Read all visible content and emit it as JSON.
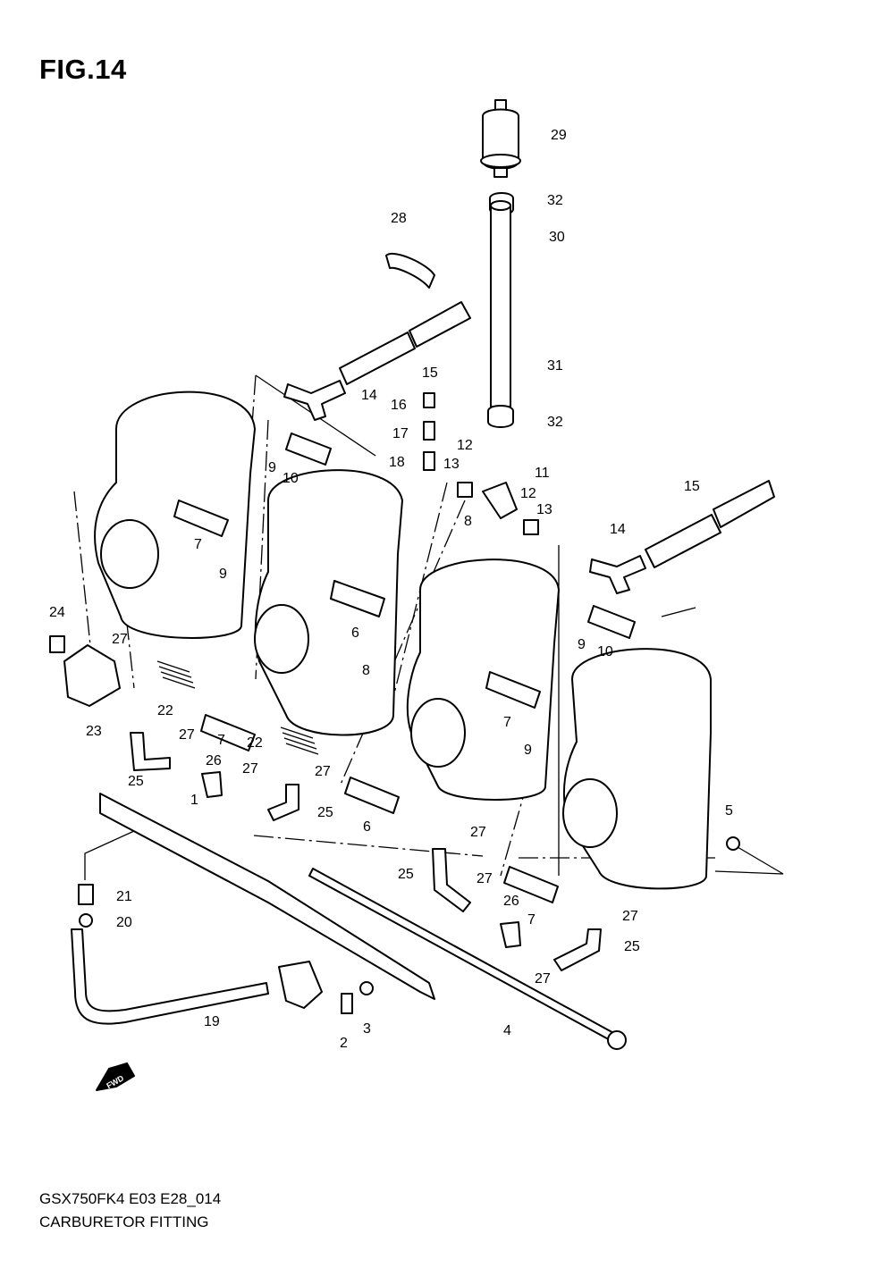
{
  "figure": {
    "title": "FIG.14"
  },
  "footer": {
    "model_code": "GSX750FK4 E03 E28_014",
    "caption": "CARBURETOR FITTING"
  },
  "fwd_arrow": {
    "label": "FWD"
  },
  "callouts": [
    "1",
    "2",
    "3",
    "4",
    "5",
    "6",
    "6",
    "7",
    "7",
    "7",
    "7",
    "8",
    "8",
    "9",
    "9",
    "9",
    "9",
    "10",
    "10",
    "11",
    "12",
    "12",
    "13",
    "13",
    "14",
    "14",
    "15",
    "15",
    "16",
    "17",
    "18",
    "19",
    "20",
    "21",
    "22",
    "22",
    "23",
    "24",
    "25",
    "25",
    "25",
    "25",
    "26",
    "26",
    "27",
    "27",
    "27",
    "27",
    "27",
    "27",
    "27",
    "27",
    "28",
    "29",
    "30",
    "31",
    "32",
    "32"
  ]
}
